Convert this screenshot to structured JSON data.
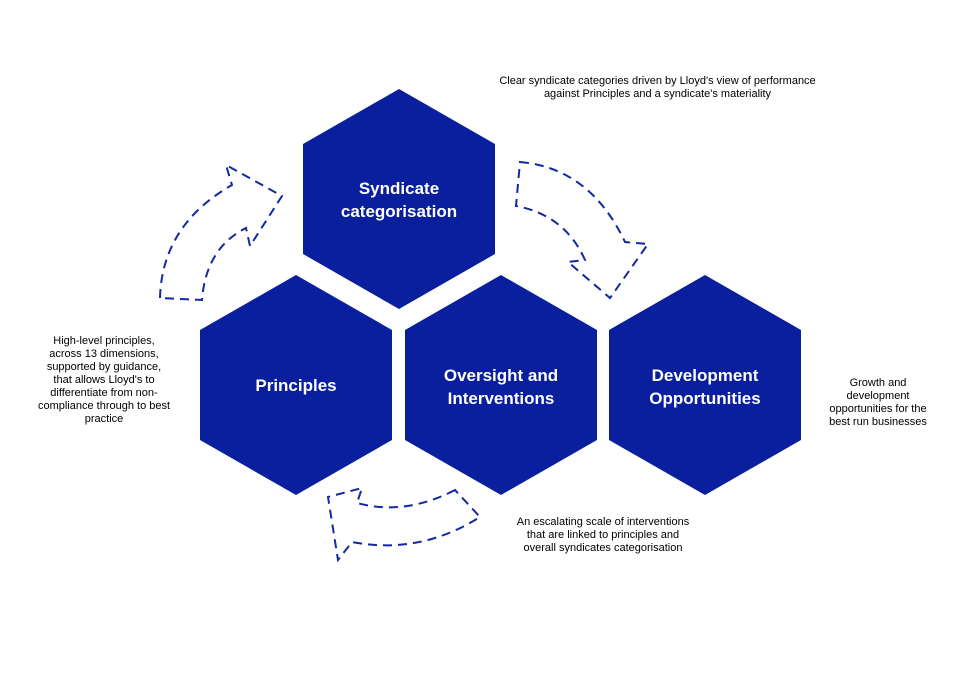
{
  "colors": {
    "hex_fill": "#0a1f9e",
    "arrow_stroke": "#1428a0",
    "text": "#000000"
  },
  "hexagons": {
    "syndicate": {
      "line1": "Syndicate",
      "line2": "categorisation"
    },
    "principles": {
      "line1": "Principles"
    },
    "oversight": {
      "line1": "Oversight and",
      "line2": "Interventions"
    },
    "development": {
      "line1": "Development",
      "line2": "Opportunities"
    }
  },
  "notes": {
    "syndicate": [
      "Clear syndicate categories driven by Lloyd's view of performance",
      "against Principles and a syndicate's materiality"
    ],
    "principles": [
      "High-level principles,",
      "across 13 dimensions,",
      "supported by guidance,",
      "that allows Lloyd's to",
      "differentiate from non-",
      "compliance through to best",
      "practice"
    ],
    "oversight": [
      "An escalating scale of interventions",
      "that are linked to principles and",
      "overall syndicates categorisation"
    ],
    "development": [
      "Growth and",
      "development",
      "opportunities for the",
      "best run businesses"
    ]
  },
  "arrows": [
    "curved-arrow-icon",
    "curved-arrow-icon",
    "curved-arrow-icon"
  ]
}
